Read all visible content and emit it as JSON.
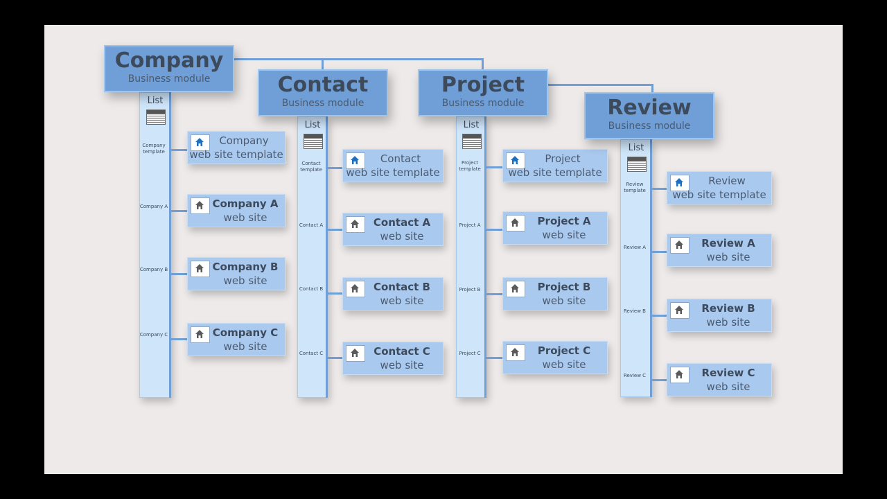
{
  "colors": {
    "background": "#eeeaea",
    "header": "#6f9fd6",
    "card": "#a9c9ef",
    "list": "#cfe5fa",
    "connector": "#6f9fd6",
    "template_icon": "#1f6fc0",
    "site_icon": "#5a5a5a"
  },
  "modules": [
    {
      "title": "Company",
      "subtitle": "Business module",
      "list_label": "List",
      "rows": [
        {
          "label": "Company template",
          "line1": "Company",
          "line2": "web site template",
          "icon": "home-icon-blue"
        },
        {
          "label": "Company A",
          "line1": "Company A",
          "line2": "web site",
          "icon": "home-icon-gray"
        },
        {
          "label": "Company B",
          "line1": "Company B",
          "line2": "web site",
          "icon": "home-icon-gray"
        },
        {
          "label": "Company C",
          "line1": "Company C",
          "line2": "web site",
          "icon": "home-icon-gray"
        }
      ]
    },
    {
      "title": "Contact",
      "subtitle": "Business module",
      "list_label": "List",
      "rows": [
        {
          "label": "Contact template",
          "line1": "Contact",
          "line2": "web site template",
          "icon": "home-icon-blue"
        },
        {
          "label": "Contact A",
          "line1": "Contact A",
          "line2": "web site",
          "icon": "home-icon-gray"
        },
        {
          "label": "Contact B",
          "line1": "Contact B",
          "line2": "web site",
          "icon": "home-icon-gray"
        },
        {
          "label": "Contact C",
          "line1": "Contact C",
          "line2": "web site",
          "icon": "home-icon-gray"
        }
      ]
    },
    {
      "title": "Project",
      "subtitle": "Business module",
      "list_label": "List",
      "rows": [
        {
          "label": "Project template",
          "line1": "Project",
          "line2": "web site template",
          "icon": "home-icon-blue"
        },
        {
          "label": "Project A",
          "line1": "Project A",
          "line2": "web site",
          "icon": "home-icon-gray"
        },
        {
          "label": "Project B",
          "line1": "Project B",
          "line2": "web site",
          "icon": "home-icon-gray"
        },
        {
          "label": "Project C",
          "line1": "Project C",
          "line2": "web site",
          "icon": "home-icon-gray"
        }
      ]
    },
    {
      "title": "Review",
      "subtitle": "Business module",
      "list_label": "List",
      "rows": [
        {
          "label": "Review template",
          "line1": "Review",
          "line2": "web site template",
          "icon": "home-icon-blue"
        },
        {
          "label": "Review A",
          "line1": "Review A",
          "line2": "web site",
          "icon": "home-icon-gray"
        },
        {
          "label": "Review B",
          "line1": "Review B",
          "line2": "web site",
          "icon": "home-icon-gray"
        },
        {
          "label": "Review C",
          "line1": "Review C",
          "line2": "web site",
          "icon": "home-icon-gray"
        }
      ]
    }
  ]
}
